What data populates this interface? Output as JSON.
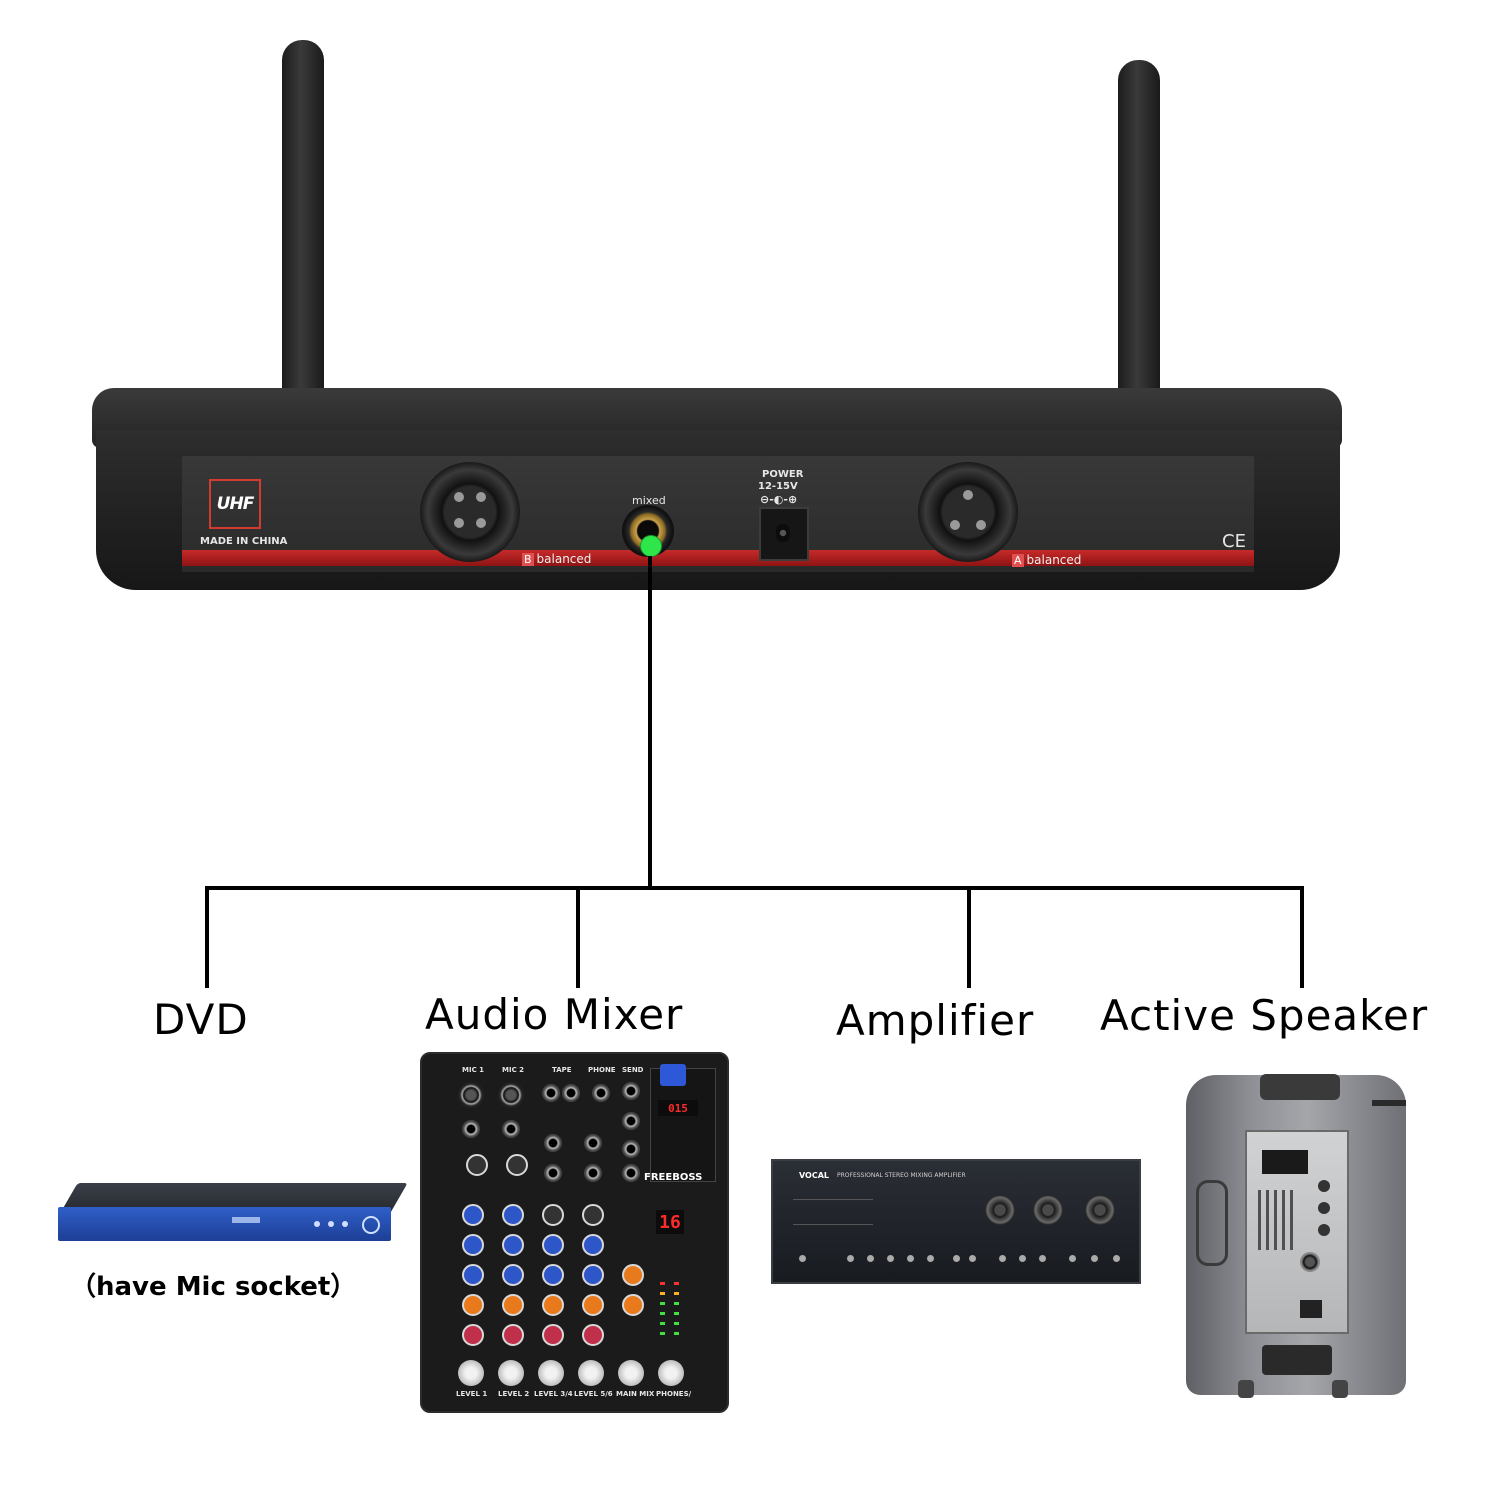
{
  "receiver": {
    "logo": "UHF",
    "made_in": "MADE IN CHINA",
    "output_mixed": "mixed",
    "power_label": "POWER",
    "power_voltage": "12-15V",
    "output_b_letter": "B",
    "output_b": "balanced",
    "output_a_letter": "A",
    "output_a": "balanced",
    "ce_mark": "CE"
  },
  "devices": [
    {
      "name": "DVD",
      "note": "（have Mic socket）"
    },
    {
      "name": "Audio Mixer",
      "note": ""
    },
    {
      "name": "Amplifier",
      "note": ""
    },
    {
      "name": "Active Speaker",
      "note": ""
    }
  ],
  "mixer": {
    "brand": "FREEBOSS",
    "display_top": "015",
    "display_main": "16",
    "channel_labels": [
      "LEVEL 1",
      "LEVEL 2",
      "LEVEL 3/4",
      "LEVEL 5/6",
      "MAIN MIX",
      "PHONES/"
    ],
    "top_labels": [
      "MIC 1",
      "MIC 2",
      "TAPE",
      "PHONE",
      "SEND"
    ]
  },
  "amplifier": {
    "brand": "VOCAL",
    "model": "PROFESSIONAL STEREO MIXING AMPLIFIER"
  },
  "colors": {
    "connector_dot": "#2ee64a",
    "panel_strip": "#c62a2a",
    "dvd_front": "#2f5fc8"
  }
}
